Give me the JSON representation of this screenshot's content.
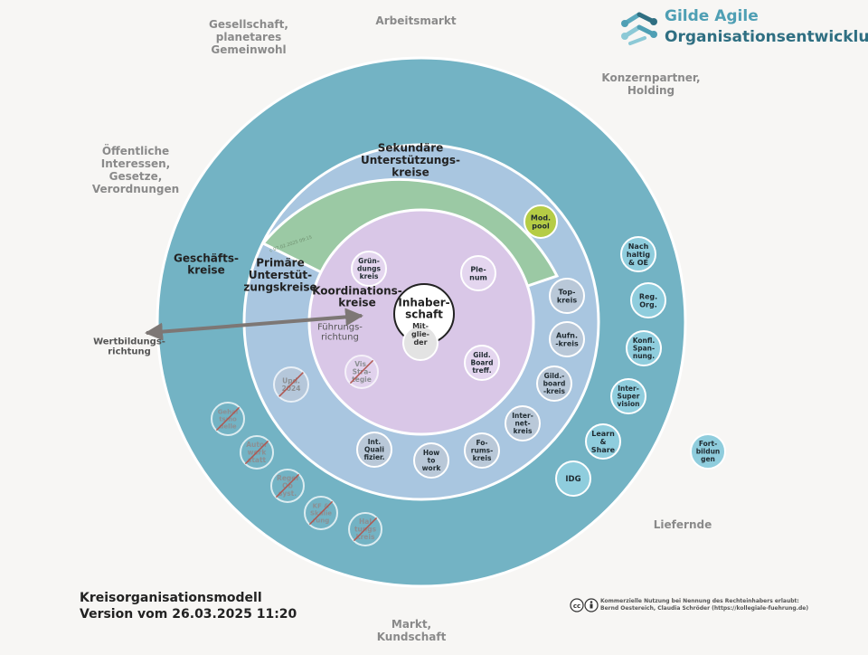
{
  "logo": {
    "line1": "Gilde Agile",
    "line2": "Organisationsentwicklung"
  },
  "outer_labels": {
    "arbeitsmarkt": "Arbeitsmarkt",
    "gesellschaft": "Gesellschaft,\nplanetares\nGemeinwohl",
    "konzern": "Konzernpartner,\nHolding",
    "oeffentliche": "Öffentliche\nInteressen,\nGesetze,\nVerordnungen",
    "lieferende": "Liefernde",
    "markt": "Markt,\nKundschaft"
  },
  "rings": {
    "geschaefts": "Geschäfts-\nkreise",
    "sekundaer": "Sekundäre\nUnterstützungs-\nkreise",
    "primaer": "Primäre\nUnterstüt-\nzungskreise",
    "koordination": "Koordinations-\nkreise",
    "inhaber": "Inhaber-\nschaft",
    "mitglieder": "Mit-\nglie-\nder",
    "date_stamp": "c 07.02.2025 09:15"
  },
  "arrows": {
    "wertbildung": "Wertbildungs-\nrichtung",
    "fuehrung": "Führungs-\nrichtung"
  },
  "circles": {
    "modpool": "Mod.\npool",
    "gruendung": "Grün-\ndungs\nkreis",
    "plenum": "Ple-\nnum",
    "gildboard": "Gild.\nBoard\ntreff.",
    "visstrategie": "Vis.\nStra-\ntegie",
    "topkreis": "Top-\nkreis",
    "aufnkreis": "Aufn.\n-kreis",
    "gildboardkreis": "Gild.-\nboard\n-kreis",
    "internetkreis": "Inter-\nnet-\nkreis",
    "forumskreis": "Fo-\nrums-\nkreis",
    "howtowork": "How\nto\nwork",
    "intqualifizier": "Int.\nQuali\nfizier.",
    "upd2024": "Upd.\n2024",
    "nachhaltig": "Nach\nhaltig\n& OE",
    "regorg": "Reg.\nOrg.",
    "konflspannung": "Konfl.\nSpan-\nnung.",
    "intersupervision": "Inter-\nSuper\nvision",
    "learnshare": "Learn\n&\nShare",
    "idg": "IDG",
    "fortbildungen": "Fort-\nbildun\ngen",
    "gehaltsmodelle": "Gehal\ntsmo\ndelle",
    "autorwerkstatt": "Autor\nwerk\nstatt",
    "regelobsyst": "Regel\nOb\nsyst.",
    "kfskalierung": "KF &\nSkalie\nrung",
    "haltungskreis": "Hal\ntungs\nkreis"
  },
  "footer": {
    "line1": "Kreisorganisationsmodell",
    "line2": "Version vom 26.03.2025 11:20"
  },
  "license": {
    "text": "Kommerzielle Nutzung bei Nennung des Rechteinhabers erlaubt:\nBernd Oestereich, Claudia Schröder (https://kollegiale-fuehrung.de)"
  },
  "colors": {
    "geschaefts": "#73b3c4",
    "sekundaer": "#9bc9a4",
    "primaer": "#a9c6e0",
    "koordination": "#d9c7e7",
    "circle_blue": "#8fcddd",
    "circle_grey": "#b9c8d8",
    "modpool": "#b5cc45"
  }
}
